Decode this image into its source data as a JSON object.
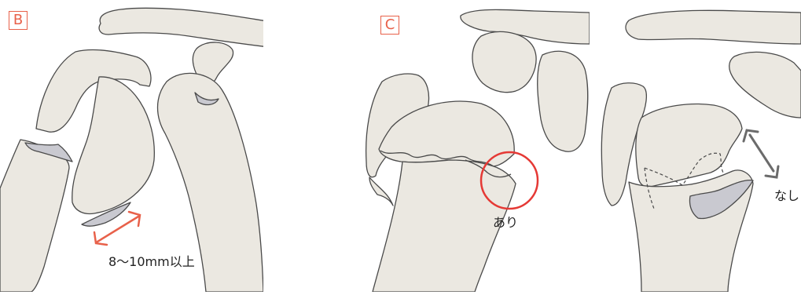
{
  "panels": {
    "b": {
      "label": "B",
      "measurement": "8～10mm以上"
    },
    "c": {
      "label": "C",
      "present_label": "あり",
      "absent_label": "なし"
    }
  },
  "colors": {
    "bone_fill": "#ebe8e1",
    "outline": "#4a4a4a",
    "fragment_fill": "#c9c9d0",
    "accent_red": "#e8614a",
    "circle_red": "#e53935",
    "arrow_gray": "#6b6b6b"
  }
}
